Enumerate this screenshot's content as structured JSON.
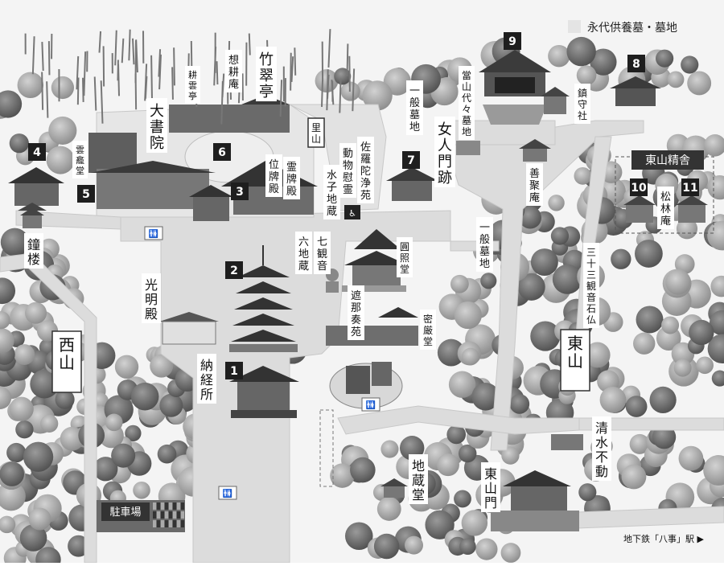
{
  "legend": {
    "label": "永代供養墓・墓地"
  },
  "markers": {
    "m1": "1",
    "m2": "2",
    "m3": "3",
    "m4": "4",
    "m5": "5",
    "m6": "6",
    "m7": "7",
    "m8": "8",
    "m9": "9",
    "m10": "10",
    "m11": "11"
  },
  "labels": {
    "chikusuitei": "竹翠亭",
    "soukoan": "想耕庵",
    "kouuntei": "耕雲亭",
    "daishoin": "大書院",
    "unkindo": "雲龕堂",
    "rizan": "里山",
    "ihaiden": "位牌殿",
    "reihaiden": "霊牌殿",
    "doubutsu": "動物慰霊",
    "sarada": "佐羅陀浄苑",
    "mizuko": "水子地蔵",
    "ippanbochi1": "一般墓地",
    "tozan": "當山代々墓地",
    "chinju": "鎮守社",
    "nyonin": "女人門跡",
    "zenjuan": "善聚庵",
    "higashiyama_seisha": "東山精舎",
    "shorinan": "松林庵",
    "shourou": "鐘楼",
    "rokujizo": "六地蔵",
    "shichikannon": "七観音",
    "enshodo": "圓照堂",
    "shanasouen": "遮那奏苑",
    "mitsugondo": "密厳堂",
    "ippanbochi2": "一般墓地",
    "sanjusan": "三十三観音石仏",
    "koumyouden": "光明殿",
    "noukyousho": "納経所",
    "nishiyama": "西山",
    "higashiyama": "東山",
    "shimizu": "清水不動",
    "jizodo": "地蔵堂",
    "higashiyamamon": "東山門",
    "parking": "駐車場",
    "station": "地下鉄「八事」駅 ▶"
  },
  "colors": {
    "marker_bg": "#1e1e1e",
    "marker_text": "#ffffff",
    "legend_swatch": "#e4e4e4",
    "road": "#dcdcdc",
    "tree_light": "#b9b9b9",
    "tree_mid": "#8d8d8d",
    "tree_dark": "#555555",
    "building": "#3a3a3a",
    "roof": "#2b2b2b"
  }
}
